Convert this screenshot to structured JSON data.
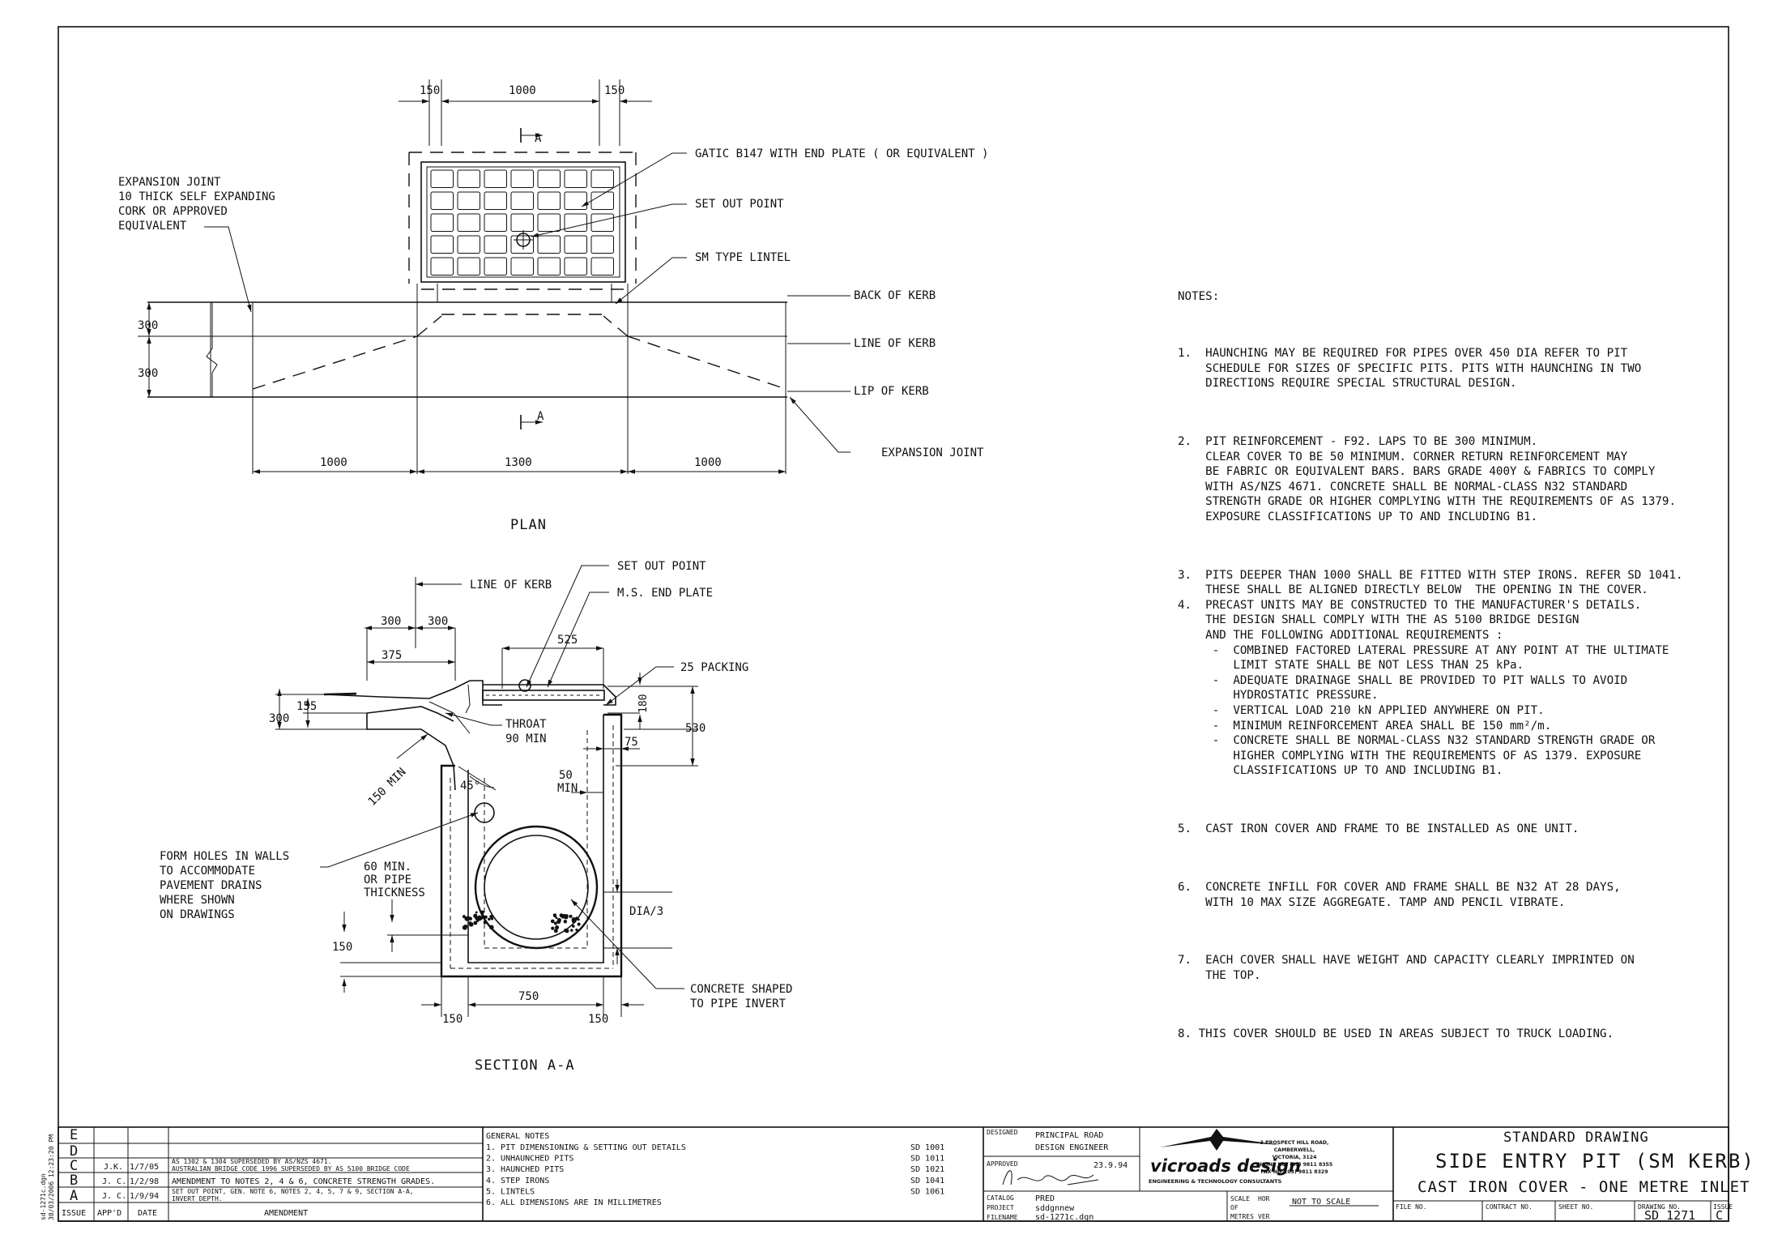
{
  "plan": {
    "title": "PLAN",
    "dims_top": [
      "150",
      "1000",
      "150"
    ],
    "dims_bottom": [
      "1000",
      "1300",
      "1000"
    ],
    "dims_left": [
      "300",
      "300"
    ],
    "section_marker": "A",
    "labels": {
      "expansion_joint_left": [
        "EXPANSION JOINT",
        "10 THICK SELF EXPANDING",
        "CORK OR APPROVED",
        "EQUIVALENT"
      ],
      "gatic": "GATIC B147 WITH END PLATE ( OR EQUIVALENT )",
      "set_out_point": "SET OUT POINT",
      "sm_type_lintel": "SM TYPE LINTEL",
      "back_of_kerb": "BACK OF KERB",
      "line_of_kerb": "LINE OF KERB",
      "lip_of_kerb": "LIP OF KERB",
      "expansion_joint_right": "EXPANSION JOINT"
    }
  },
  "section": {
    "title": "SECTION A-A",
    "labels": {
      "line_of_kerb": "LINE OF KERB",
      "set_out_point": "SET OUT POINT",
      "ms_end_plate": "M.S. END PLATE",
      "packing": "25 PACKING",
      "throat": [
        "THROAT",
        "90 MIN"
      ],
      "min50": [
        "50",
        "MIN"
      ],
      "angle": "45°",
      "min150": "150 MIN",
      "form_holes": [
        "FORM HOLES IN WALLS",
        "TO ACCOMMODATE",
        "PAVEMENT DRAINS",
        "WHERE SHOWN",
        "ON DRAWINGS"
      ],
      "pipe_thickness": [
        "60 MIN.",
        "OR PIPE",
        "THICKNESS"
      ],
      "dia3": "DIA/3",
      "concrete_shaped": [
        "CONCRETE SHAPED",
        "TO PIPE INVERT"
      ]
    },
    "dims": {
      "d300a": "300",
      "d300b": "300",
      "d375": "375",
      "d525": "525",
      "d155": "155",
      "d300v": "300",
      "d180": "180",
      "d530": "530",
      "d75": "75",
      "d150v": "150",
      "d750": "750",
      "d150l": "150",
      "d150r": "150"
    }
  },
  "notes": {
    "heading": "NOTES:",
    "items": [
      "1.  HAUNCHING MAY BE REQUIRED FOR PIPES OVER 450 DIA REFER TO PIT\n    SCHEDULE FOR SIZES OF SPECIFIC PITS. PITS WITH HAUNCHING IN TWO\n    DIRECTIONS REQUIRE SPECIAL STRUCTURAL DESIGN.",
      "2.  PIT REINFORCEMENT - F92. LAPS TO BE 300 MINIMUM.\n    CLEAR COVER TO BE 50 MINIMUM. CORNER RETURN REINFORCEMENT MAY\n    BE FABRIC OR EQUIVALENT BARS. BARS GRADE 400Y & FABRICS TO COMPLY\n    WITH AS/NZS 4671. CONCRETE SHALL BE NORMAL-CLASS N32 STANDARD\n    STRENGTH GRADE OR HIGHER COMPLYING WITH THE REQUIREMENTS OF AS 1379.\n    EXPOSURE CLASSIFICATIONS UP TO AND INCLUDING B1.",
      "3.  PITS DEEPER THAN 1000 SHALL BE FITTED WITH STEP IRONS. REFER SD 1041.\n    THESE SHALL BE ALIGNED DIRECTLY BELOW  THE OPENING IN THE COVER.\n4.  PRECAST UNITS MAY BE CONSTRUCTED TO THE MANUFACTURER'S DETAILS.\n    THE DESIGN SHALL COMPLY WITH THE AS 5100 BRIDGE DESIGN\n    AND THE FOLLOWING ADDITIONAL REQUIREMENTS :\n     -  COMBINED FACTORED LATERAL PRESSURE AT ANY POINT AT THE ULTIMATE\n        LIMIT STATE SHALL BE NOT LESS THAN 25 kPa.\n     -  ADEQUATE DRAINAGE SHALL BE PROVIDED TO PIT WALLS TO AVOID\n        HYDROSTATIC PRESSURE.\n     -  VERTICAL LOAD 210 kN APPLIED ANYWHERE ON PIT.\n     -  MINIMUM REINFORCEMENT AREA SHALL BE 150 mm²/m.\n     -  CONCRETE SHALL BE NORMAL-CLASS N32 STANDARD STRENGTH GRADE OR\n        HIGHER COMPLYING WITH THE REQUIREMENTS OF AS 1379. EXPOSURE\n        CLASSIFICATIONS UP TO AND INCLUDING B1.",
      "5.  CAST IRON COVER AND FRAME TO BE INSTALLED AS ONE UNIT.",
      "6.  CONCRETE INFILL FOR COVER AND FRAME SHALL BE N32 AT 28 DAYS,\n    WITH 10 MAX SIZE AGGREGATE. TAMP AND PENCIL VIBRATE.",
      "7.  EACH COVER SHALL HAVE WEIGHT AND CAPACITY CLEARLY IMPRINTED ON\n    THE TOP.",
      "8. THIS COVER SHOULD BE USED IN AREAS SUBJECT TO TRUCK LOADING."
    ]
  },
  "title_block": {
    "side_text": [
      "sd-1271c.dgn",
      "30/03/2006  12:23:20 PM"
    ],
    "issues": [
      {
        "issue": "E",
        "appd": "",
        "date": "",
        "amend": ""
      },
      {
        "issue": "D",
        "appd": "",
        "date": "",
        "amend": ""
      },
      {
        "issue": "C",
        "appd": "J.K.",
        "date": "1/7/05",
        "amend": "AS 1302 & 1304 SUPERSEDED BY AS/NZS 4671.",
        "amend2": "AUSTRALIAN BRIDGE CODE 1996 SUPERSEDED BY AS 5100 BRIDGE CODE"
      },
      {
        "issue": "B",
        "appd": "J. C.",
        "date": "1/2/98",
        "amend": "AMENDMENT TO NOTES 2, 4 & 6, CONCRETE STRENGTH GRADES."
      },
      {
        "issue": "A",
        "appd": "J. C.",
        "date": "1/9/94",
        "amend": "SET OUT POINT, GEN. NOTE 6, NOTES 2, 4, 5, 7 & 9, SECTION A-A,",
        "amend2": "INVERT DEPTH."
      }
    ],
    "headers": {
      "issue": "ISSUE",
      "appd": "APP'D",
      "date": "DATE",
      "amend": "AMENDMENT"
    },
    "general_notes": {
      "heading": "GENERAL NOTES",
      "items": [
        {
          "text": "1.  PIT DIMENSIONING & SETTING OUT DETAILS",
          "ref": "SD 1001"
        },
        {
          "text": "2.  UNHAUNCHED PITS",
          "ref": "SD 1011"
        },
        {
          "text": "3.  HAUNCHED PITS",
          "ref": "SD 1021"
        },
        {
          "text": "4.  STEP IRONS",
          "ref": "SD 1041"
        },
        {
          "text": "5.  LINTELS",
          "ref": "SD 1061"
        },
        {
          "text": "6.  ALL DIMENSIONS ARE IN MILLIMETRES",
          "ref": ""
        }
      ]
    },
    "designed_label": "DESIGNED",
    "designed_by": [
      "PRINCIPAL ROAD",
      "DESIGN ENGINEER"
    ],
    "approved_label": "APPROVED",
    "approved_date": "23.9.94",
    "catalog_label": "CATALOG",
    "catalog": "PRED",
    "project_label": "PROJECT",
    "project": "sddgnnew",
    "filename_label": "FILENAME",
    "filename": "sd-1271c.dgn",
    "company": {
      "name": "vicroads design",
      "tagline": "ENGINEERING & TECHNOLOGY CONSULTANTS",
      "address": [
        "3 PROSPECT HILL ROAD,",
        "CAMBERWELL,",
        "VICTORIA, 3124",
        "PHONE NO. (03) 9811 8355",
        "FAX  NO. (03) 9811 8329"
      ]
    },
    "scale": {
      "label1": "SCALE",
      "hor": "HOR",
      "of": "OF",
      "metres": "METRES",
      "ver": "VER",
      "value": "NOT TO SCALE"
    },
    "standard_drawing": "STANDARD DRAWING",
    "drawing_title": "SIDE ENTRY PIT (SM KERB)",
    "drawing_subtitle": "CAST IRON COVER - ONE METRE INLET",
    "file_no_label": "FILE NO.",
    "contract_no_label": "CONTRACT NO.",
    "sheet_no_label": "SHEET NO.",
    "drawing_no_label": "DRAWING NO.",
    "drawing_no": "SD  1271",
    "issue_label": "ISSUE",
    "issue": "C"
  }
}
